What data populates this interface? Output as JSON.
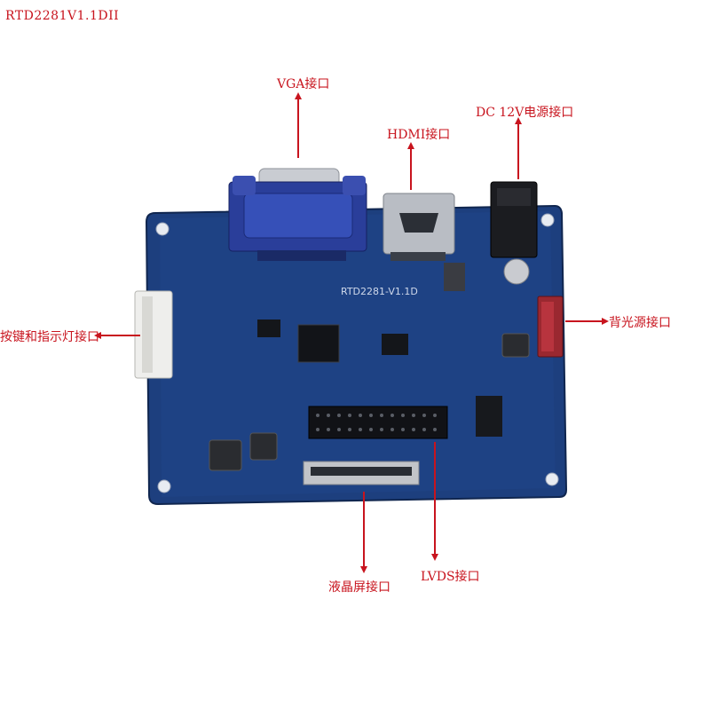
{
  "title": "RTD2281V1.1DII",
  "board": {
    "silkscreen_model": "RTD2281-V1.1D",
    "colors": {
      "pcb": "#1d3f7e",
      "annotation": "#c8141e"
    }
  },
  "labels": {
    "vga": "VGA接口",
    "hdmi": "HDMI接口",
    "dc": "DC 12V电源接口",
    "backlight": "背光源接口",
    "keypad": "按键和指示灯接口",
    "lcd": "液晶屏接口",
    "lvds": "LVDS接口"
  }
}
